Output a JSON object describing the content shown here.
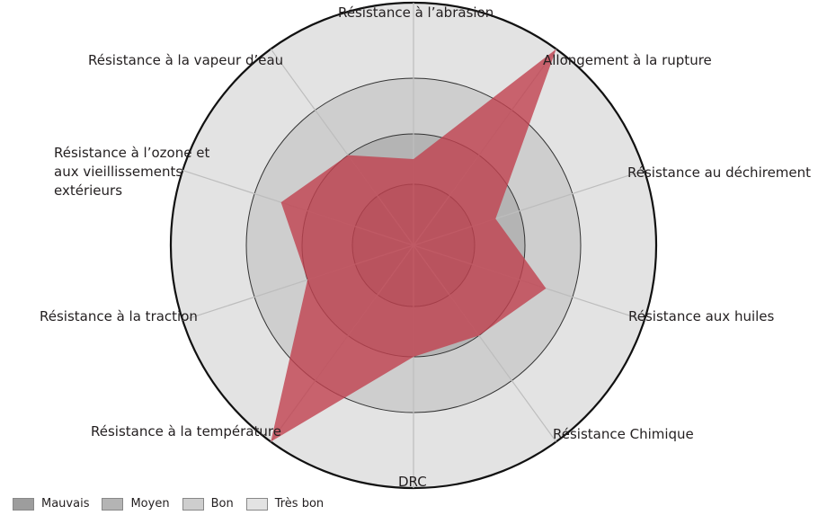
{
  "chart_data": {
    "type": "radar",
    "title": "",
    "axes": [
      "Résistance à l’abrasion",
      "Allongement à la rupture",
      "Résistance au déchirement",
      "Résistance aux huiles",
      "Résistance Chimique",
      "DRC",
      "Résistance à la température",
      "Résistance à la traction",
      "Résistance à l’ozone et aux vieillissements extérieurs",
      "Résistance à la vapeur d’eau"
    ],
    "axis_lines": [
      [
        "Résistance à l’abrasion"
      ],
      [
        "Allongement à la rupture"
      ],
      [
        "Résistance au déchirement"
      ],
      [
        "Résistance aux huiles"
      ],
      [
        "Résistance Chimique"
      ],
      [
        "DRC"
      ],
      [
        "Résistance à la température"
      ],
      [
        "Résistance à la traction"
      ],
      [
        "Résistance à l’ozone et",
        "aux vieillissements",
        "extérieurs"
      ],
      [
        "Résistance à la vapeur d’eau"
      ]
    ],
    "range": [
      0,
      4
    ],
    "levels": [
      {
        "name": "Mauvais",
        "value": 1,
        "color": "#9d9d9d"
      },
      {
        "name": "Moyen",
        "value": 2,
        "color": "#b4b4b4"
      },
      {
        "name": "Bon",
        "value": 3,
        "color": "#cecece"
      },
      {
        "name": "Très bon",
        "value": 4,
        "color": "#e3e3e3"
      }
    ],
    "series": [
      {
        "name": "",
        "values": [
          1.5,
          4,
          1.5,
          2.5,
          2,
          2,
          4,
          2,
          2.5,
          2
        ],
        "color": "#c0414f"
      }
    ],
    "legend_position": "bottom-left"
  }
}
